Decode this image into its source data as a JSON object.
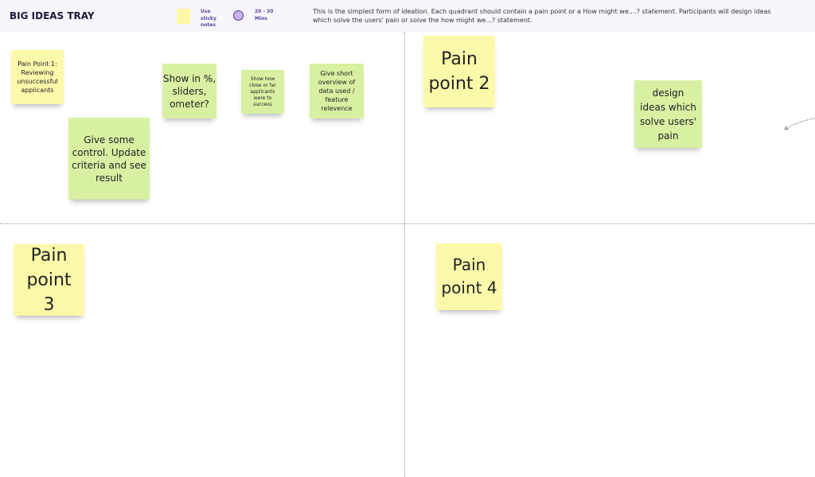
{
  "header": {
    "title": "BIG IDEAS TRAY",
    "sticky_hint": "Use sticky notes",
    "time_hint": "20 - 30 Mins",
    "description": "This is the simplest form of ideation.  Each quadrant should contain a pain point or a How might we....? statement. Participants will design ideas which solve the users' pain or solve the how might we...? statement."
  },
  "notes": {
    "pain1": "Pain Point 1: Reviewing unsuccessful applicants",
    "control": "Give some control. Update criteria and see result",
    "sliders": "Show in %, sliders, ometer?",
    "closeness": "Show how close or far applicants were to success",
    "overview": "Give short overview of data used / feature relevence",
    "pain2": "Pain point 2",
    "design": "design ideas which solve users' pain",
    "pain3": "Pain point 3",
    "pain4": "Pain point 4"
  },
  "colors": {
    "yellow": "#fcf9aa",
    "green": "#d8f0a2",
    "header_bg": "#f8f5fd"
  }
}
